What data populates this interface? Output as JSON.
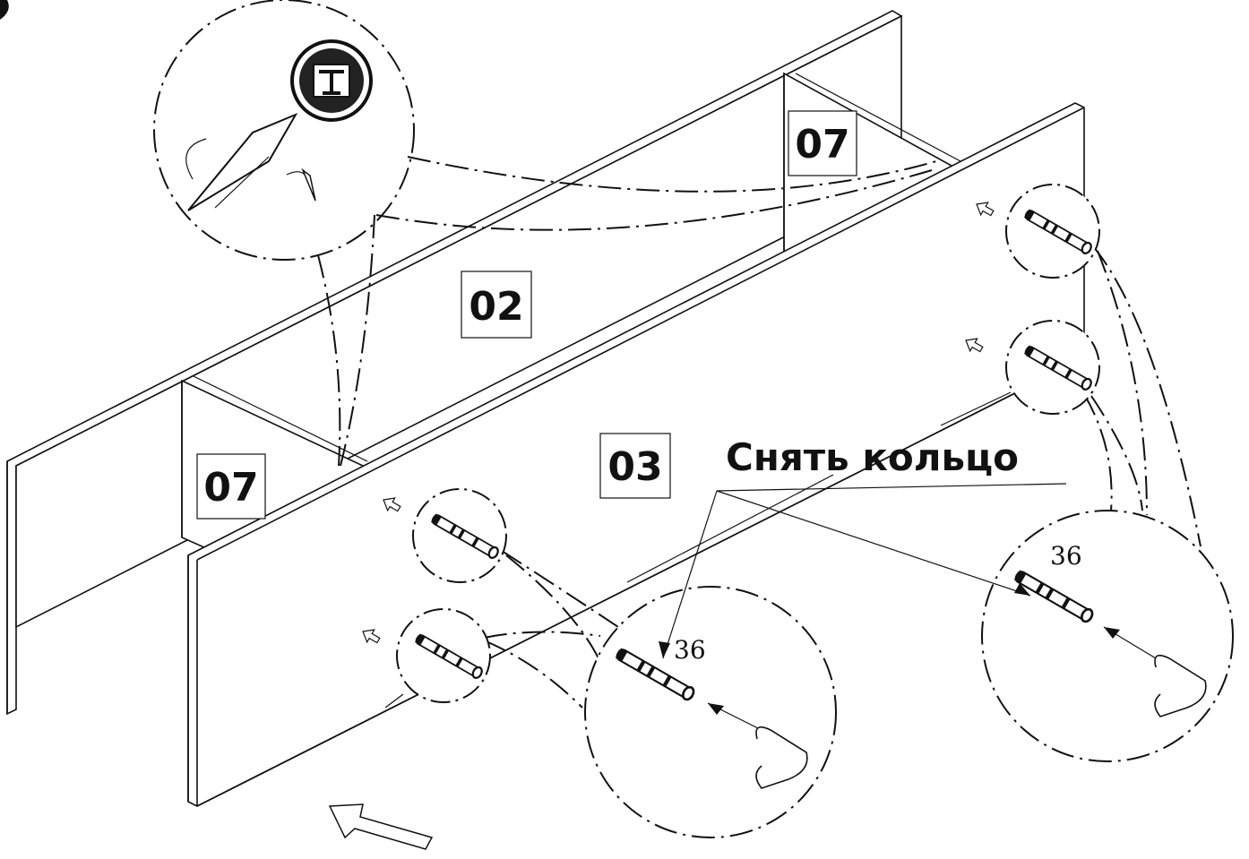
{
  "parts": {
    "p07_top": "07",
    "p02": "02",
    "p07_left": "07",
    "p03": "03"
  },
  "callout": "Снять кольцо",
  "dims": {
    "left": "36",
    "right": "36"
  }
}
